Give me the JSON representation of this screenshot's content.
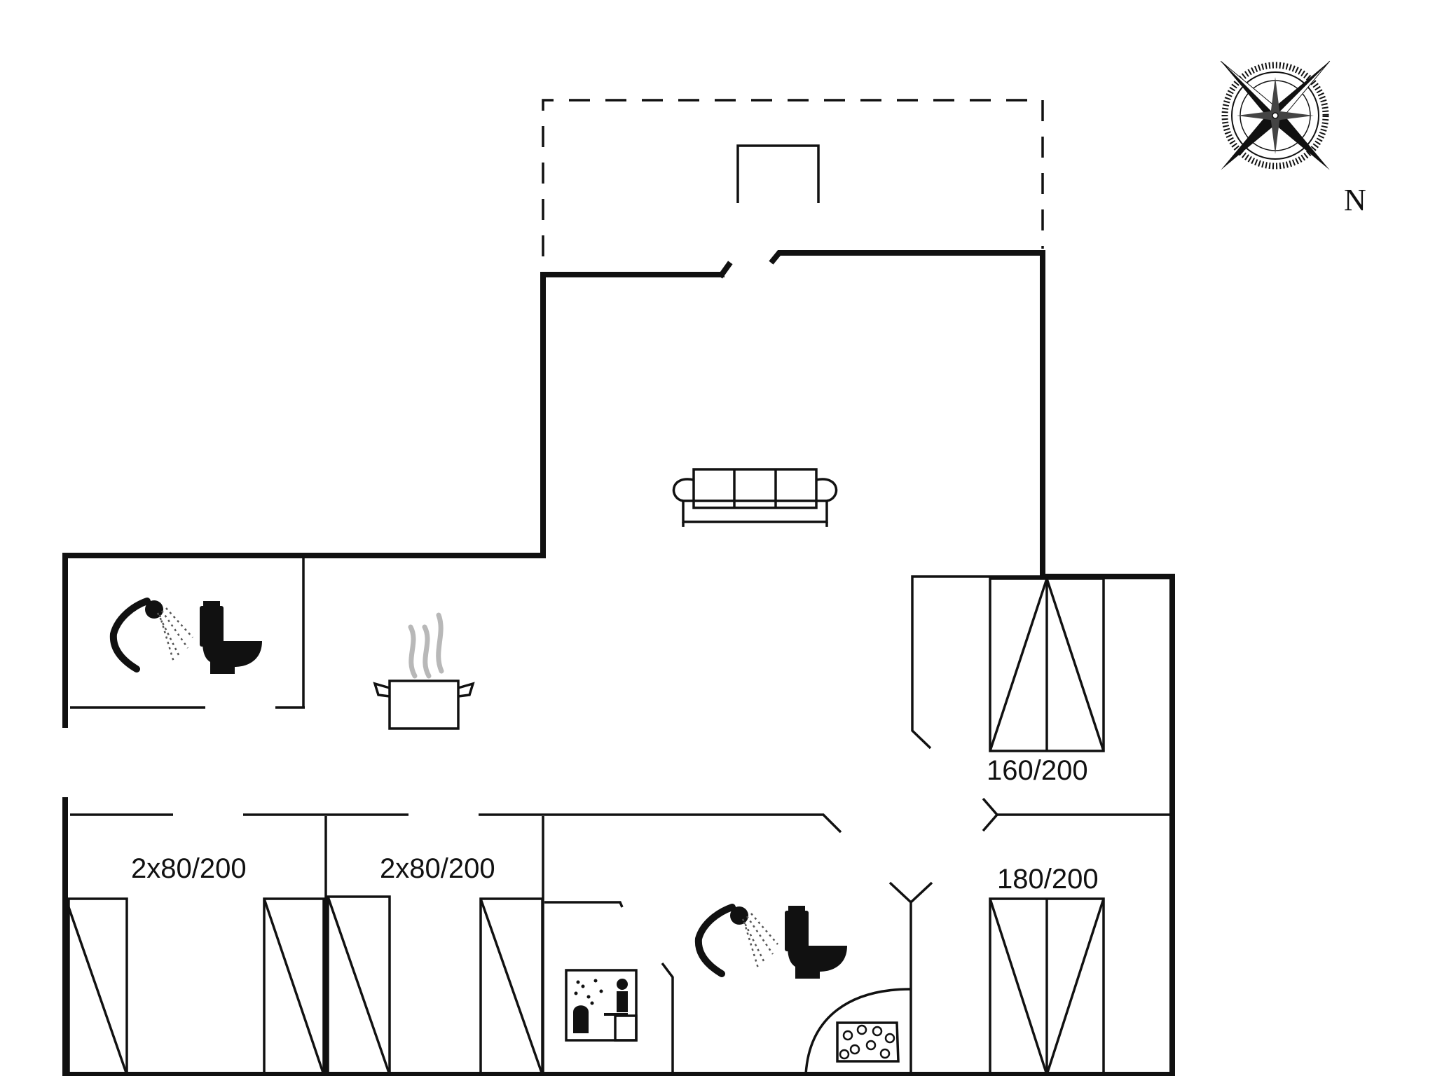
{
  "plan": {
    "bed_labels": {
      "bedroom_1": "2x80/200",
      "bedroom_2": "2x80/200",
      "bedroom_3": "160/200",
      "bedroom_4": "180/200"
    },
    "north_label": "N",
    "icons": [
      "shower-icon",
      "toilet-icon",
      "cooking-pot-icon",
      "sofa-icon",
      "sauna-icon",
      "spa-bath-icon",
      "compass-rose-icon"
    ]
  }
}
